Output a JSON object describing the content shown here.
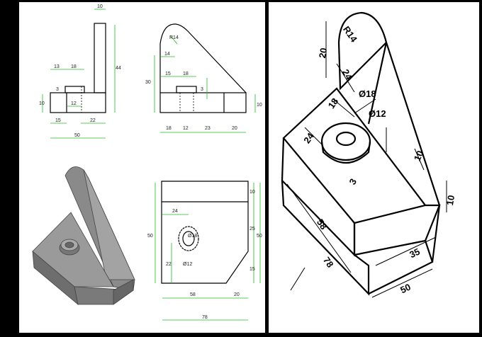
{
  "front_view": {
    "dims": [
      "10",
      "13",
      "18",
      "3",
      "10",
      "44",
      "12",
      "15",
      "22",
      "50"
    ]
  },
  "side_view": {
    "dims": [
      "R14",
      "14",
      "30",
      "15",
      "18",
      "3",
      "10",
      "18",
      "12",
      "23",
      "20"
    ]
  },
  "top_view": {
    "dims": [
      "24",
      "50",
      "Ø18",
      "Ø12",
      "22",
      "10",
      "25",
      "50",
      "15",
      "58",
      "20",
      "78"
    ]
  },
  "sketch": {
    "dims": [
      "20",
      "R14",
      "24",
      "Ø18",
      "18",
      "Ø12",
      "24",
      "3",
      "10",
      "10",
      "58",
      "78",
      "35",
      "50"
    ]
  },
  "colors": {
    "dimension_line": "#22bb22",
    "extension_line": "#dd3333",
    "outline": "#000000",
    "shaded_model": "#8a8a8a"
  }
}
